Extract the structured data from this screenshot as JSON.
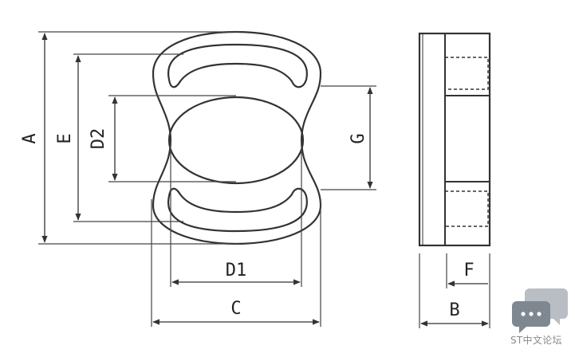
{
  "dimensions": {
    "A": "A",
    "E": "E",
    "D2": "D2",
    "G": "G",
    "D1": "D1",
    "C": "C",
    "B": "B",
    "F": "F"
  },
  "watermark": {
    "text": "ST中文论坛",
    "icon": "chat-bubble-icon",
    "color": "#7f8791"
  }
}
